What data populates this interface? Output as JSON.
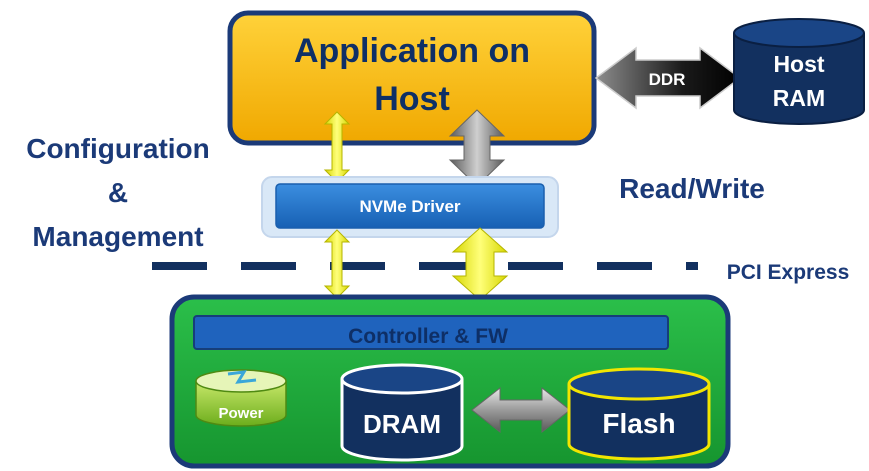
{
  "diagram": {
    "app_label_line1": "Application on",
    "app_label_line2": "Host",
    "host_ram_line1": "Host",
    "host_ram_line2": "RAM",
    "ddr_label": "DDR",
    "config_line1": "Configuration",
    "config_line2": "&",
    "config_line3": "Management",
    "read_write": "Read/Write",
    "nvme_driver": "NVMe Driver",
    "pci_express": "PCI Express",
    "controller_fw": "Controller & FW",
    "power": "Power",
    "dram": "DRAM",
    "flash": "Flash"
  },
  "colors": {
    "navy": "#1b3a78",
    "app_fill": "#f5b700",
    "host_ram_fill": "#12305f",
    "device_green": "#1ea83a",
    "nvme_blue": "#1e6fc7",
    "controller_blue": "#1f63bd",
    "flash_border": "#f2e500",
    "yellow_arrow": "#f0f02a"
  }
}
